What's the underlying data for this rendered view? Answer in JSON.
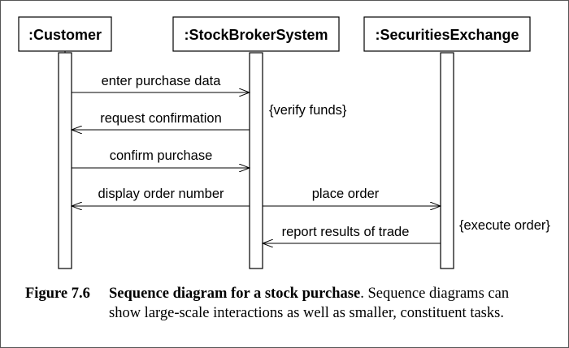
{
  "diagram": {
    "lifelines": [
      {
        "name": ":Customer"
      },
      {
        "name": ":StockBrokerSystem"
      },
      {
        "name": ":SecuritiesExchange"
      }
    ],
    "messages": [
      {
        "label": "enter purchase data",
        "from": 0,
        "to": 1
      },
      {
        "label": "request confirmation",
        "from": 1,
        "to": 0
      },
      {
        "label": "confirm purchase",
        "from": 0,
        "to": 1
      },
      {
        "label": "display order number",
        "from": 1,
        "to": 0
      },
      {
        "label": "place order",
        "from": 1,
        "to": 2
      },
      {
        "label": "report results of trade",
        "from": 2,
        "to": 1
      }
    ],
    "notes": [
      {
        "text": "{verify funds}"
      },
      {
        "text": "{execute order}"
      }
    ]
  },
  "caption": {
    "number": "Figure 7.6",
    "title": "Sequence diagram for a stock purchase",
    "text_line1": ". Sequence diagrams can",
    "text_line2": "show large-scale interactions as well as smaller, constituent tasks."
  }
}
